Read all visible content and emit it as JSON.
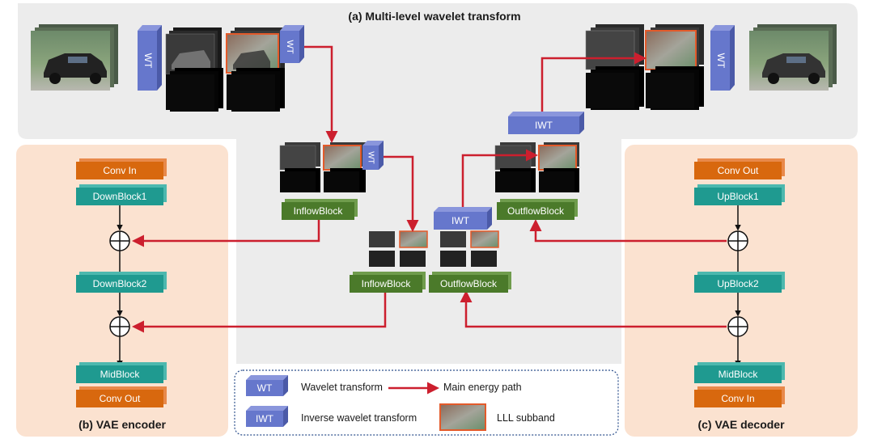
{
  "titles": {
    "wavelet": "(a) Multi-level wavelet transform",
    "encoder": "(b) VAE encoder",
    "decoder": "(c) VAE decoder"
  },
  "encoder": {
    "conv_in": "Conv In",
    "down1": "DownBlock1",
    "down2": "DownBlock2",
    "mid": "MidBlock",
    "conv_out": "Conv Out"
  },
  "decoder": {
    "conv_out": "Conv Out",
    "up1": "UpBlock1",
    "up2": "UpBlock2",
    "mid": "MidBlock",
    "conv_in": "Conv In"
  },
  "blocks": {
    "wt": "WT",
    "iwt": "IWT",
    "inflow": "InflowBlock",
    "outflow": "OutflowBlock"
  },
  "legend": {
    "wt_box": "WT",
    "wt_text": "Wavelet transform",
    "iwt_box": "IWT",
    "iwt_text": "Inverse wavelet transform",
    "path_text": "Main energy path",
    "lll_text": "LLL subband"
  },
  "colors": {
    "top_panel": "#ececec",
    "side_panel": "#fbe2d0",
    "orange_block": "#d8680e",
    "teal_block": "#1f9a90",
    "green_block": "#4b7a2a",
    "blue_block": "#6677cc",
    "energy_path": "#cc1f2e"
  },
  "icons": [
    "car-photo-icon",
    "subband-frame-icon",
    "plus-circle-icon",
    "arrow-icon"
  ]
}
